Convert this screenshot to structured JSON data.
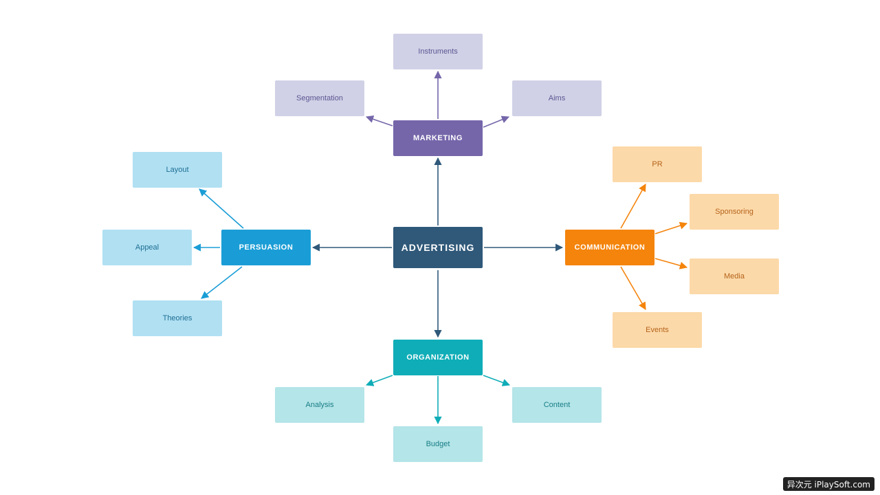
{
  "diagram": {
    "root": "ADVERTISING",
    "marketing": {
      "label": "MARKETING",
      "children": [
        "Segmentation",
        "Instruments",
        "Aims"
      ]
    },
    "persuasion": {
      "label": "PERSUASION",
      "children": [
        "Layout",
        "Appeal",
        "Theories"
      ]
    },
    "communication": {
      "label": "COMMUNICATION",
      "children": [
        "PR",
        "Sponsoring",
        "Media",
        "Events"
      ]
    },
    "organization": {
      "label": "ORGANIZATION",
      "children": [
        "Analysis",
        "Budget",
        "Content"
      ]
    }
  },
  "colors": {
    "root": "#2f5879",
    "marketing": "#7566aa",
    "persuasion": "#1a9dd6",
    "communication": "#f4840c",
    "organization": "#0fadb7"
  },
  "watermark": "异次元 iPlaySoft.com"
}
